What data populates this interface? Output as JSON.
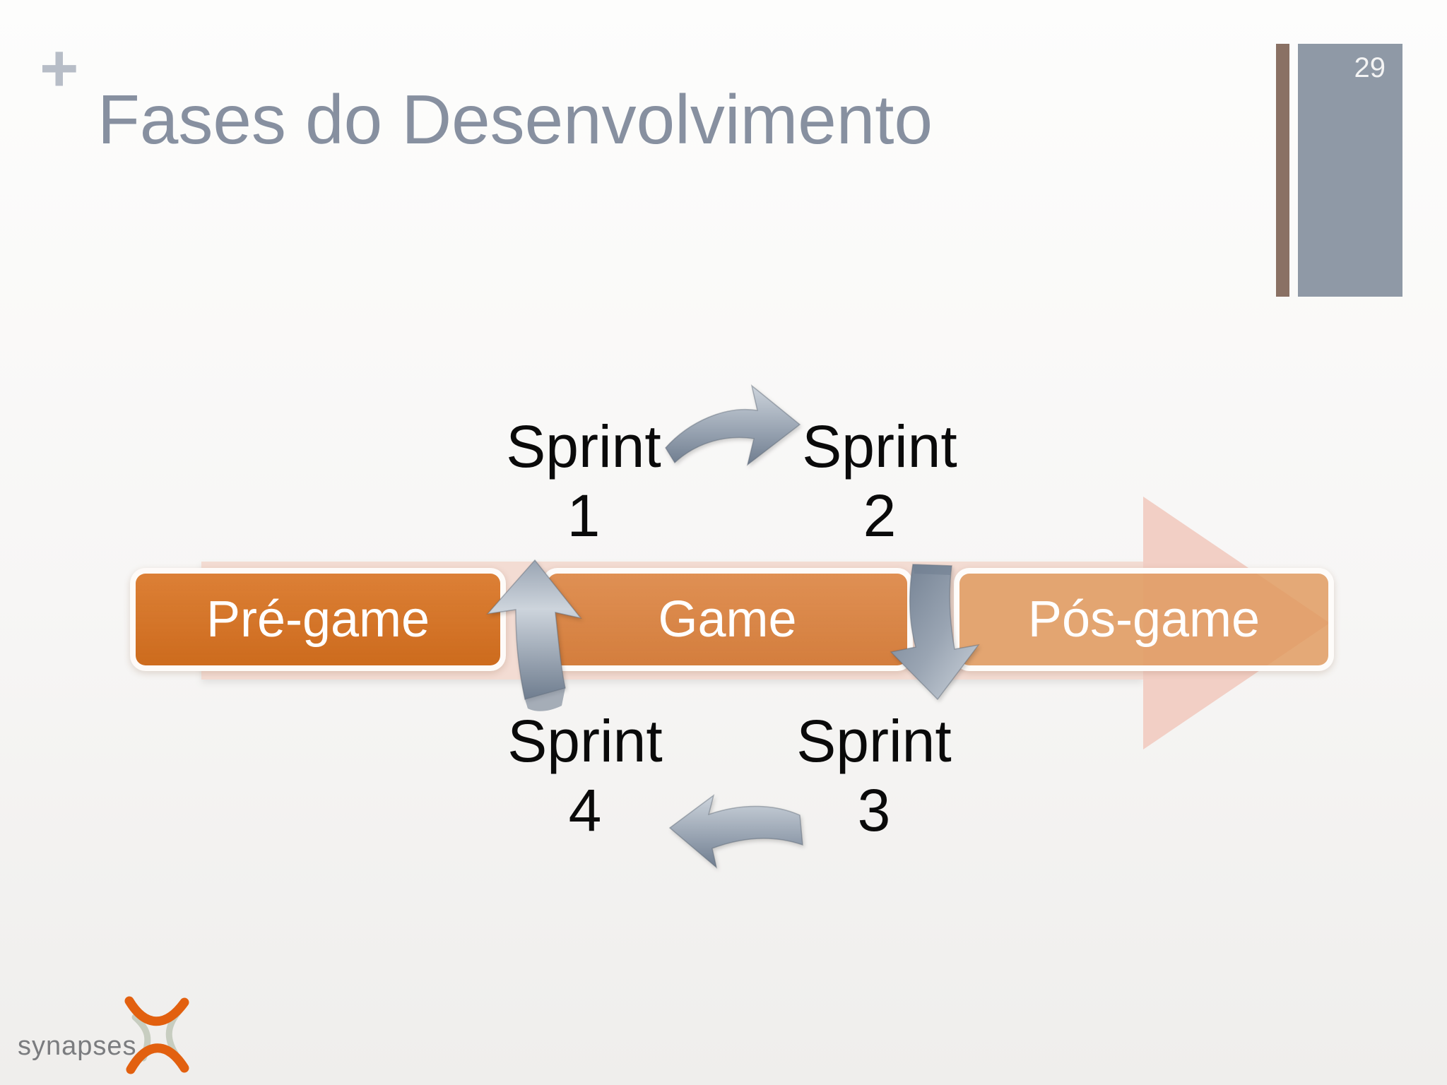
{
  "slide": {
    "decoration_plus": "+",
    "title": "Fases do Desenvolvimento",
    "page_number": "29"
  },
  "diagram": {
    "phases": [
      {
        "label": "Pré-game"
      },
      {
        "label": "Game"
      },
      {
        "label": "Pós-game"
      }
    ],
    "sprints": [
      {
        "name": "Sprint",
        "number": "1"
      },
      {
        "name": "Sprint",
        "number": "2"
      },
      {
        "name": "Sprint",
        "number": "3"
      },
      {
        "name": "Sprint",
        "number": "4"
      }
    ]
  },
  "footer": {
    "brand": "synapses"
  },
  "icons": {
    "title_bullet": "plus-icon",
    "sprint1_to_sprint2": "curved-arrow-right-icon",
    "game_to_posgame": "curved-arrow-down-icon",
    "sprint3_to_sprint4": "curved-arrow-left-icon",
    "pregame_to_game": "curved-arrow-up-icon",
    "brand_mark": "synapses-x-icon"
  },
  "colors": {
    "title": "#8790a0",
    "plus": "#b7bdc7",
    "page-number": "#f4f4f4",
    "sidebar-gray": "#8f99a6",
    "sidebar-brown": "#8a7164",
    "band": "#f3dcd3",
    "band-head": "#f2cfc5",
    "phase-pre": "#d8711f",
    "phase-game": "#dc8340",
    "phase-pos": "#e09a5e",
    "sprint-text": "#0a0a0a",
    "brand-text": "#7b7c7f",
    "brand-orange": "#e2600f",
    "brand-sage": "#c7cdc0",
    "arrow-light": "#cdd4dc",
    "arrow-mid": "#9aa5b3",
    "arrow-dark": "#6f7d8f"
  }
}
